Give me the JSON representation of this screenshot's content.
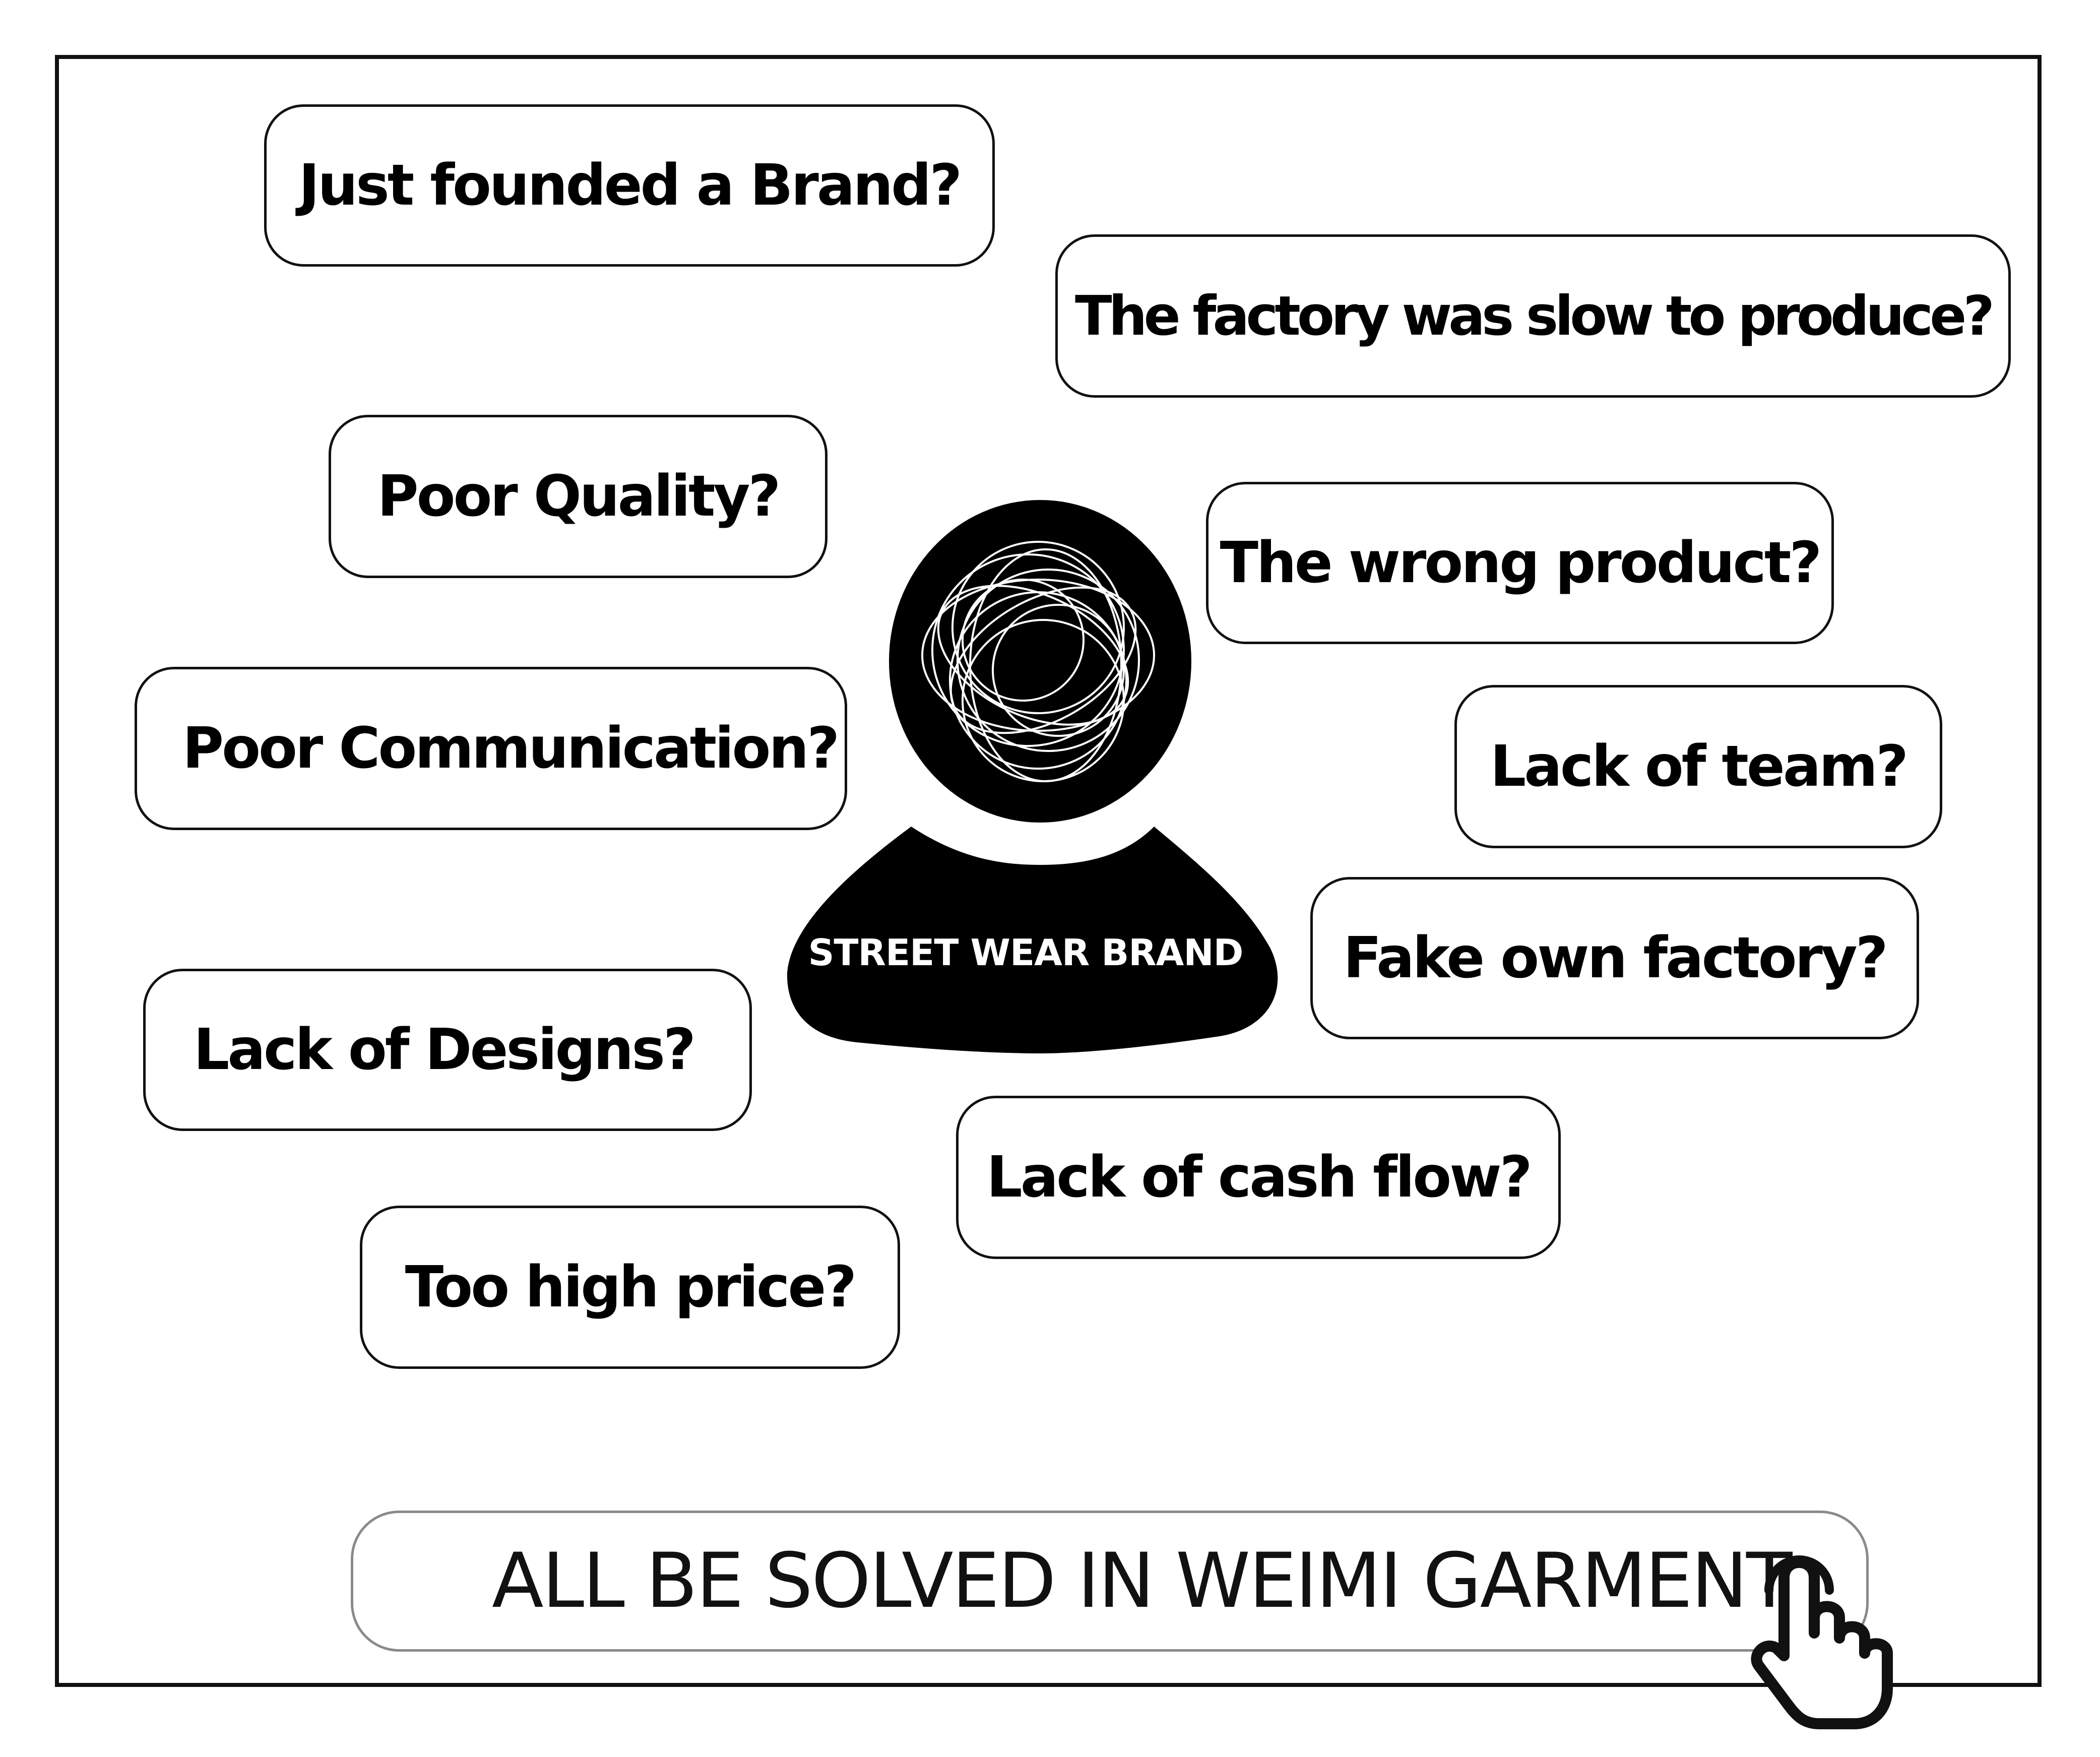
{
  "questions": [
    "Just founded a Brand?",
    "The factory was slow to produce?",
    "Poor Quality?",
    "The wrong product?",
    "Poor Communication?",
    "Lack of team?",
    "Fake own factory?",
    "Lack of Designs?",
    "Lack of cash flow?",
    "Too high price?"
  ],
  "brand": {
    "label": "STREET WEAR BRAND"
  },
  "cta": {
    "label": "ALL BE SOLVED IN WEIMI GARMENT",
    "icon": "pointer-hand-icon"
  },
  "colors": {
    "ink": "#111111",
    "background": "#ffffff",
    "cta_border": "#8a8a8a"
  }
}
